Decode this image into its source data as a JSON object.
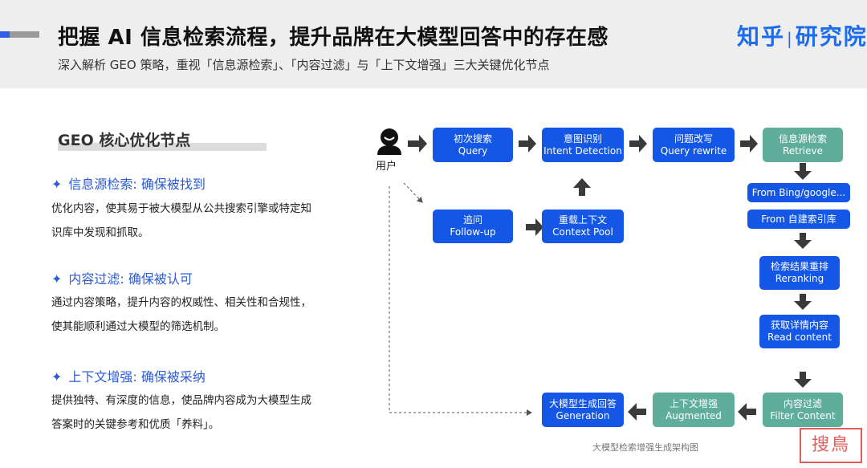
{
  "header": {
    "title": "把握 AI 信息检索流程，提升品牌在大模型回答中的存在感",
    "subtitle": "深入解析 GEO 策略，重视「信息源检索」、「内容过滤」与「上下文增强」三大关键优化节点",
    "logo_left": "知乎",
    "logo_sep": "|",
    "logo_right": "研究院"
  },
  "section": {
    "title": "GEO 核心优化节点",
    "items": [
      {
        "star": "✦",
        "head": "信息源检索: 确保被找到",
        "body": "优化内容，使其易于被大模型从公共搜索引擎或特定知识库中发现和抓取。"
      },
      {
        "star": "✦",
        "head": "内容过滤: 确保被认可",
        "body": "通过内容策略，提升内容的权威性、相关性和合规性，使其能顺利通过大模型的筛选机制。"
      },
      {
        "star": "✦",
        "head": "上下文增强: 确保被采纳",
        "body": "提供独特、有深度的信息，使品牌内容成为大模型生成答案时的关键参考和优质「养料」。"
      }
    ]
  },
  "diagram": {
    "user_label": "用户",
    "nodes": {
      "query": {
        "zh": "初次搜索",
        "en": "Query"
      },
      "intent": {
        "zh": "意图识别",
        "en": "Intent Detection"
      },
      "rewrite": {
        "zh": "问题改写",
        "en": "Query rewrite"
      },
      "retrieve": {
        "zh": "信息源检索",
        "en": "Retrieve"
      },
      "bing": {
        "label": "From Bing/google..."
      },
      "selfindex": {
        "label": "From 自建索引库"
      },
      "rerank": {
        "zh": "检索结果重排",
        "en": "Reranking"
      },
      "read": {
        "zh": "获取详情内容",
        "en": "Read content"
      },
      "filter": {
        "zh": "内容过滤",
        "en": "Filter Content"
      },
      "augment": {
        "zh": "上下文增强",
        "en": "Augmented"
      },
      "generate": {
        "zh": "大模型生成回答",
        "en": "Generation"
      },
      "followup": {
        "zh": "追问",
        "en": "Follow-up"
      },
      "context": {
        "zh": "重载上下文",
        "en": "Context Pool"
      }
    },
    "caption": "大模型检索增强生成架构图"
  },
  "stamp": "搜鳥",
  "colors": {
    "accent_blue": "#1457e6",
    "teal": "#5fae9c",
    "heading_blue": "#2a5bd7",
    "header_bg": "#eeeeee"
  }
}
